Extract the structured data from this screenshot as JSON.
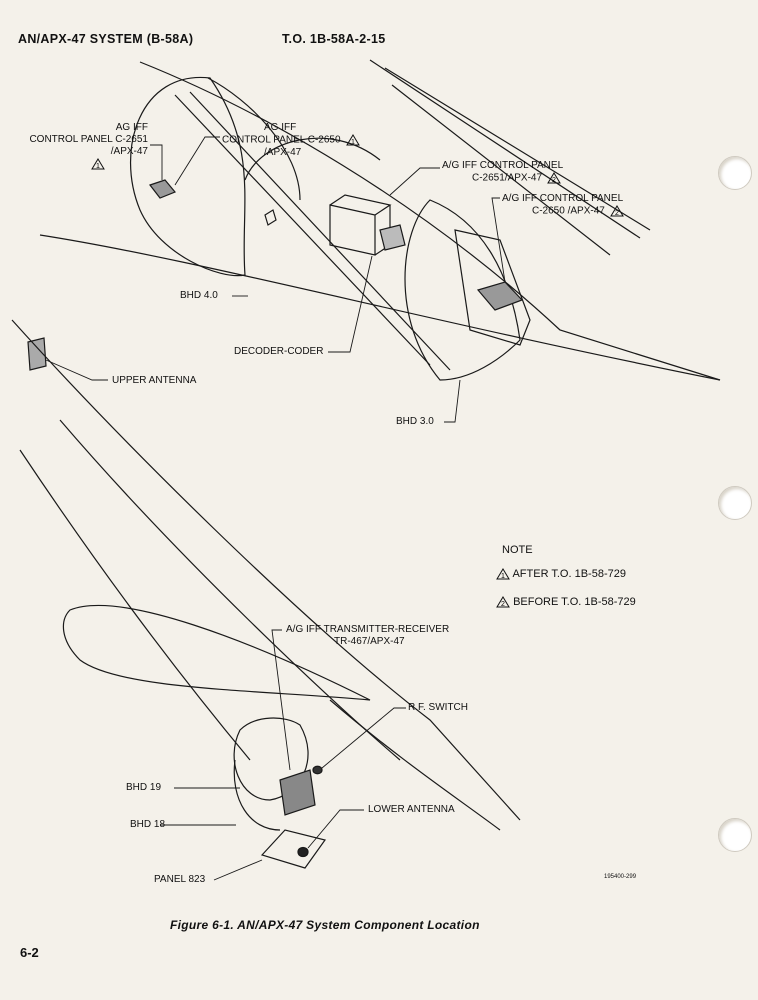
{
  "header": {
    "left": "AN/APX-47 SYSTEM (B-58A)",
    "right": "T.O. 1B-58A-2-15"
  },
  "labels": {
    "ag_iff_panel_2651_left": [
      "AG IFF",
      "CONTROL PANEL C-2651",
      "/APX-47"
    ],
    "ag_iff_panel_2650_left": [
      "AG IFF",
      "CONTROL PANEL C-2650",
      "/APX-47"
    ],
    "ag_iff_panel_2651_right": [
      "A/G IFF CONTROL PANEL",
      "C-2651/APX-47"
    ],
    "ag_iff_panel_2650_right": [
      "A/G IFF CONTROL PANEL",
      "C-2650 /APX-47"
    ],
    "bhd_4": "BHD 4.0",
    "decoder_coder": "DECODER-CODER",
    "upper_antenna": "UPPER ANTENNA",
    "bhd_3": "BHD 3.0",
    "transmitter_receiver": [
      "A/G IFF TRANSMITTER-RECEIVER",
      "TR-467/APX-47"
    ],
    "rf_switch": "R.F. SWITCH",
    "bhd_19": "BHD 19",
    "lower_antenna": "LOWER ANTENNA",
    "bhd_18": "BHD 18",
    "panel_823": "PANEL 823"
  },
  "note": {
    "title": "NOTE",
    "after_symbol": "1",
    "after_text": "AFTER T.O. 1B-58-729",
    "before_symbol": "2",
    "before_text": "BEFORE T.O. 1B-58-729"
  },
  "figure_id": "195400-299",
  "caption": "Figure 6-1.   AN/APX-47 System Component Location",
  "page_number": "6-2"
}
